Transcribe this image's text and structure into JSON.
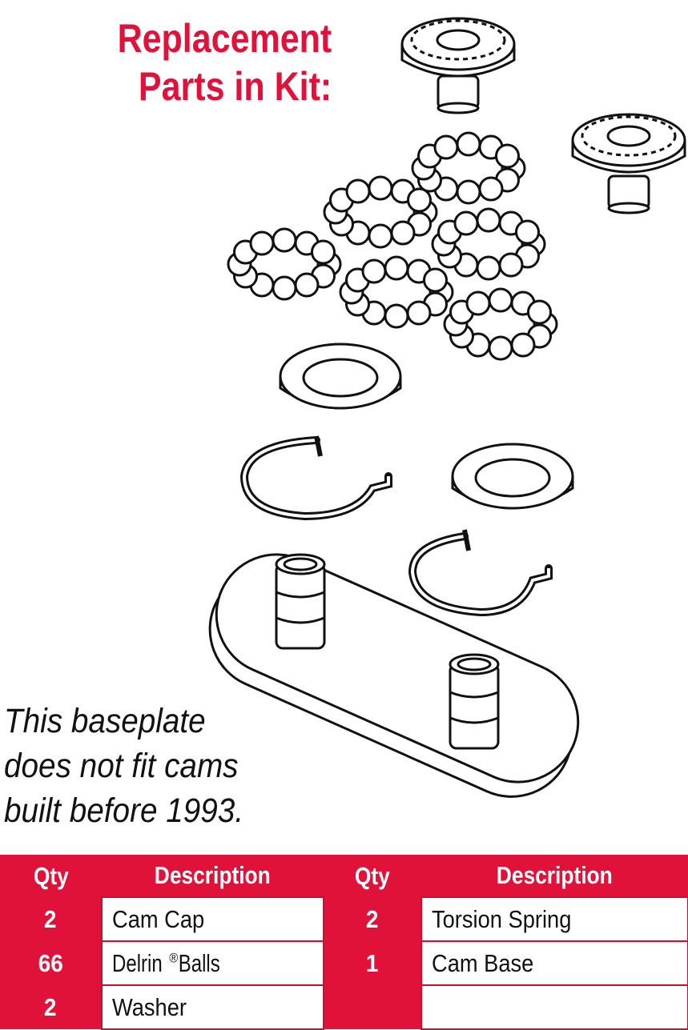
{
  "heading": {
    "line1": "Replacement",
    "line2": "Parts in Kit:"
  },
  "note": {
    "line1": "This baseplate",
    "line2": "does not fit cams",
    "line3": "built before 1993."
  },
  "table": {
    "headers": [
      "Qty",
      "Description",
      "Qty",
      "Description"
    ],
    "rows": [
      {
        "qty1": "2",
        "desc1": "Cam Cap",
        "qty2": "2",
        "desc2": "Torsion Spring"
      },
      {
        "qty1": "66",
        "desc1": "Delrin",
        "desc1_sup": "®",
        "desc1_tail": " Balls",
        "qty2": "1",
        "desc2": "Cam Base"
      },
      {
        "qty1": "2",
        "desc1": "Washer",
        "qty2": "",
        "desc2": ""
      }
    ]
  },
  "colors": {
    "brand_red": "#e0123a",
    "line_art": "#111111"
  },
  "parts_shown": [
    "cam-cap",
    "delrin-balls",
    "washer",
    "torsion-spring",
    "cam-base"
  ]
}
